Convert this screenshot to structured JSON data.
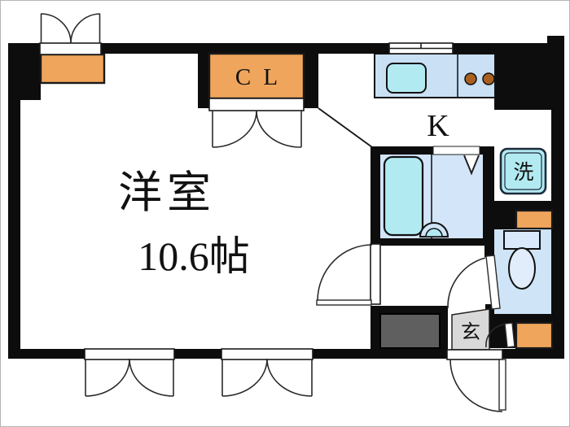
{
  "floorplan": {
    "labels": {
      "main_room": "洋室",
      "main_room_size": "10.6帖",
      "kitchen": "K",
      "closet": "C L",
      "laundry": "洗",
      "entrance": "玄"
    },
    "colors": {
      "wall": "#0d0d0d",
      "closet": "#f0a55c",
      "counter": "#c9e0f5",
      "fixture": "#b2eaf2",
      "bath_floor": "#d3e5f8",
      "toilet_floor": "#cfe4f7",
      "toilet_ceramic": "#e2edfb",
      "tank": "#d9e8fb",
      "genkan_floor": "#d9d9d9",
      "cabinet": "#5f5f5f",
      "burner": "#a9601f"
    }
  }
}
